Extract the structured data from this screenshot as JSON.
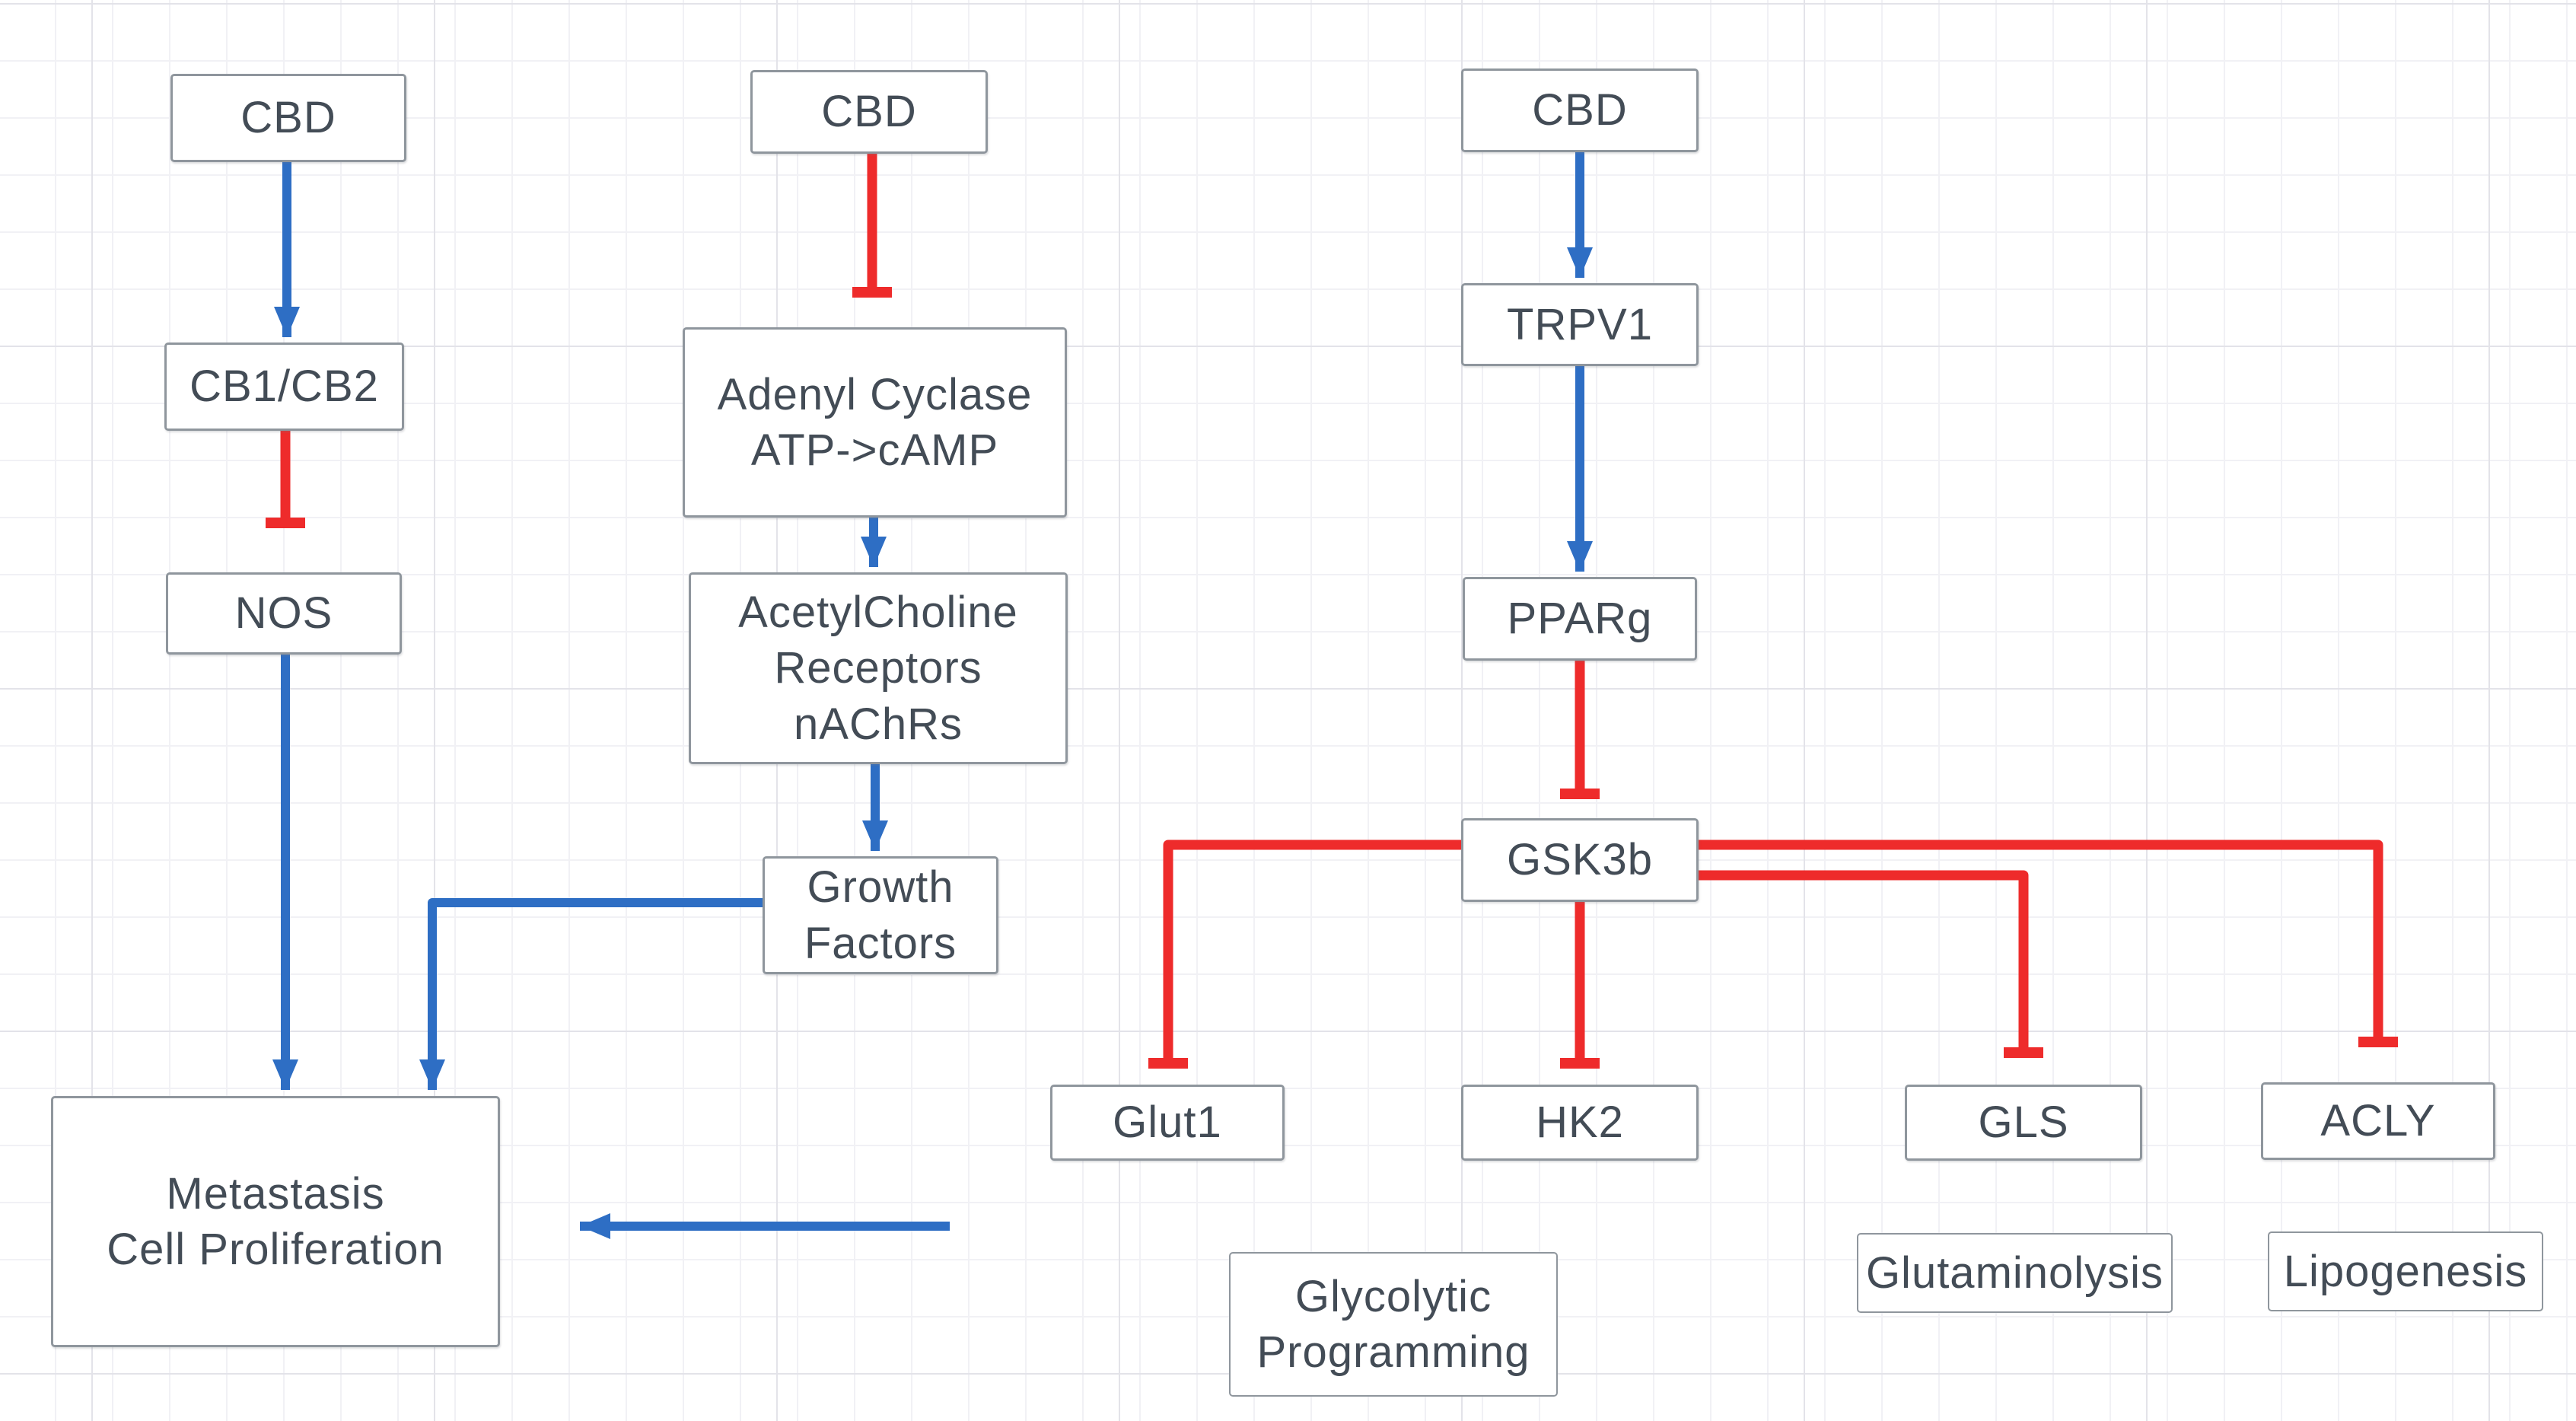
{
  "diagram": {
    "type": "pathway-diagram",
    "nodes": {
      "cbd_left": {
        "label": "CBD"
      },
      "cb1_cb2": {
        "label": "CB1/CB2"
      },
      "nos": {
        "label": "NOS"
      },
      "metastasis": {
        "label": "Metastasis\nCell Proliferation"
      },
      "cbd_mid": {
        "label": "CBD"
      },
      "adenyl_cyclase": {
        "label": "Adenyl Cyclase\nATP->cAMP"
      },
      "ach_receptors": {
        "label": "AcetylCholine\nReceptors\nnAChRs"
      },
      "growth_factors": {
        "label": "Growth\nFactors"
      },
      "cbd_right": {
        "label": "CBD"
      },
      "trpv1": {
        "label": "TRPV1"
      },
      "pparg": {
        "label": "PPARg"
      },
      "gsk3b": {
        "label": "GSK3b"
      },
      "glut1": {
        "label": "Glut1"
      },
      "hk2": {
        "label": "HK2"
      },
      "gls": {
        "label": "GLS"
      },
      "acly": {
        "label": "ACLY"
      },
      "glycolytic": {
        "label": "Glycolytic\nProgramming"
      },
      "glutaminolysis": {
        "label": "Glutaminolysis"
      },
      "lipogenesis": {
        "label": "Lipogenesis"
      }
    },
    "edges": [
      {
        "from": "CBD",
        "to": "CB1/CB2",
        "effect": "activation"
      },
      {
        "from": "CB1/CB2",
        "to": "NOS",
        "effect": "inhibition"
      },
      {
        "from": "NOS",
        "to": "Metastasis Cell Proliferation",
        "effect": "activation"
      },
      {
        "from": "CBD",
        "to": "Adenyl Cyclase ATP->cAMP",
        "effect": "inhibition"
      },
      {
        "from": "Adenyl Cyclase ATP->cAMP",
        "to": "AcetylCholine Receptors nAChRs",
        "effect": "activation"
      },
      {
        "from": "AcetylCholine Receptors nAChRs",
        "to": "Growth Factors",
        "effect": "activation"
      },
      {
        "from": "Growth Factors",
        "to": "Metastasis Cell Proliferation",
        "effect": "activation"
      },
      {
        "from": "",
        "to": "Metastasis Cell Proliferation",
        "effect": "activation"
      },
      {
        "from": "CBD",
        "to": "TRPV1",
        "effect": "activation"
      },
      {
        "from": "TRPV1",
        "to": "PPARg",
        "effect": "activation"
      },
      {
        "from": "PPARg",
        "to": "GSK3b",
        "effect": "inhibition"
      },
      {
        "from": "GSK3b",
        "to": "Glut1",
        "effect": "inhibition"
      },
      {
        "from": "GSK3b",
        "to": "HK2",
        "effect": "inhibition"
      },
      {
        "from": "GSK3b",
        "to": "GLS",
        "effect": "inhibition"
      },
      {
        "from": "GSK3b",
        "to": "ACLY",
        "effect": "inhibition"
      }
    ],
    "colors": {
      "activation_blue": "#2e6ec4",
      "inhibition_red": "#ee2b2b",
      "box_border": "#8f969d",
      "text": "#434c56",
      "grid_minor": "#f1f1f5",
      "grid_major": "#e3e3e9",
      "background": "#ffffff"
    }
  }
}
